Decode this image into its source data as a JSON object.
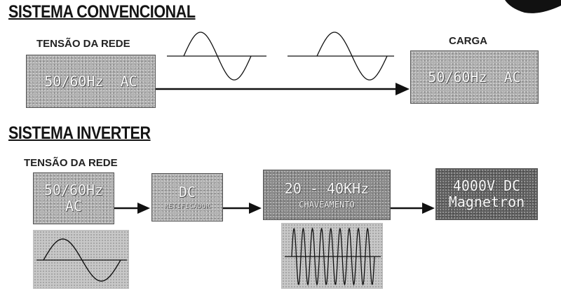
{
  "conventional": {
    "heading": "SISTEMA CONVENCIONAL",
    "source_label": "TENSÃO DA REDE",
    "source_box": "50/60Hz  AC",
    "load_label": "CARGA",
    "load_box": "50/60Hz  AC"
  },
  "inverter": {
    "heading": "SISTEMA INVERTER",
    "source_label": "TENSÃO DA REDE",
    "stages": [
      {
        "line1": "50/60Hz",
        "line2": "AC"
      },
      {
        "line1": "DC",
        "line2": "RETIFICADOR"
      },
      {
        "line1": "20 - 40KHz",
        "line2": "CHAVEAMENTO"
      },
      {
        "line1": "4000V DC",
        "line2": "Magnetron"
      }
    ]
  },
  "waveforms": {
    "low_frequency": "sine",
    "high_frequency": "sine",
    "high_frequency_cycles": 9
  }
}
